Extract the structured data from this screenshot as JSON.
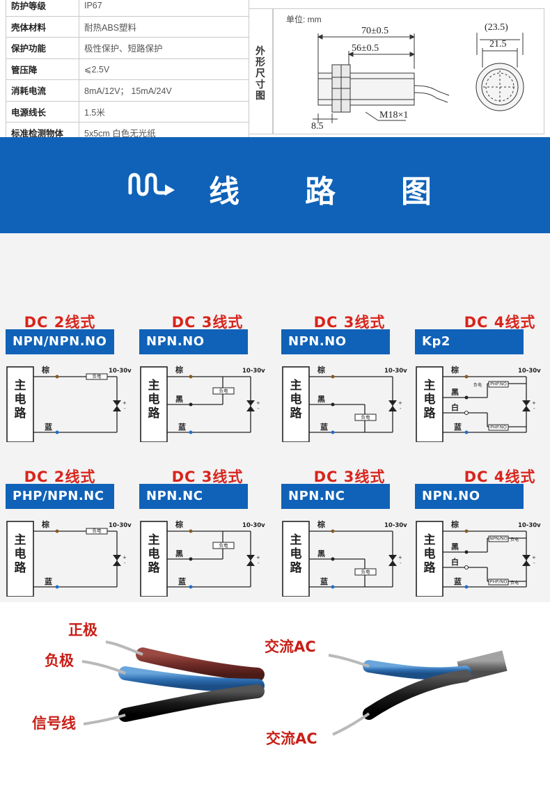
{
  "spec_table": {
    "rows": [
      {
        "label": "防护等级",
        "value": "IP67"
      },
      {
        "label": "壳体材料",
        "value": "耐热ABS塑料"
      },
      {
        "label": "保护功能",
        "value": "极性保护、短路保护"
      },
      {
        "label": "管压降",
        "value": "⩽2.5V"
      },
      {
        "label": "消耗电流",
        "value": "8mA/12V； 15mA/24V"
      },
      {
        "label": "电源线长",
        "value": "1.5米"
      },
      {
        "label": "标准检测物体",
        "value": "5x5cm 白色无光纸"
      }
    ]
  },
  "dimension": {
    "section_label": "外形尺寸图",
    "unit": "单位: mm",
    "total_length": "70±0.5",
    "body_length": "56±0.5",
    "nut_offset": "8.5",
    "thread": "M18×1",
    "outer_diameter": "(23.5)",
    "inner_diameter": "21.5"
  },
  "banner": {
    "title_chars": [
      "线",
      "路",
      "图"
    ]
  },
  "wiring": {
    "voltage": "10-30v",
    "main_circuit": "主电路",
    "wire_brown": "棕",
    "wire_black": "黑",
    "wire_blue": "蓝",
    "wire_white": "白",
    "load": "负电",
    "load_side": "负电",
    "cards": [
      {
        "title": "DC  2线式",
        "label": "NPN/NPN.NO"
      },
      {
        "title": "DC  3线式",
        "label": "NPN.NO"
      },
      {
        "title": "DC  3线式",
        "label": "NPN.NO"
      },
      {
        "title": "DC  4线式",
        "label": "Kp2"
      },
      {
        "title": "DC  2线式",
        "label": "PHP/NPN.NC"
      },
      {
        "title": "DC  3线式",
        "label": "NPN.NC"
      },
      {
        "title": "DC  3线式",
        "label": "NPN.NC"
      },
      {
        "title": "DC  4线式",
        "label": "NPN.NO"
      }
    ],
    "box_php_no": "PHP.NO",
    "box_npn_no": "NPN/NO",
    "box_php_no_2": "PHP/NO"
  },
  "wires_photo": {
    "positive": "正极",
    "negative": "负极",
    "signal": "信号线",
    "ac_top": "交流AC",
    "ac_bottom": "交流AC"
  },
  "colors": {
    "brand_blue": "#0f62b8",
    "title_red": "#d8241c",
    "label_red": "#c81e17"
  }
}
